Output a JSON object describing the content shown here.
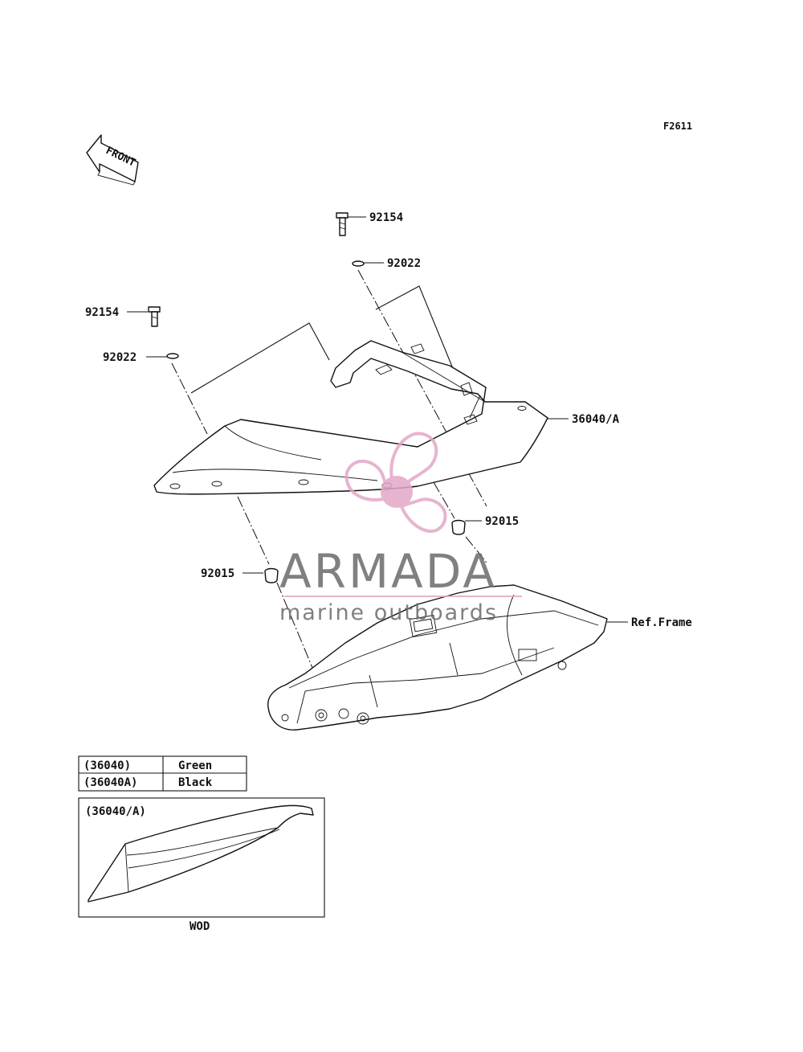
{
  "figure_id": "F2611",
  "front_label": "FRONT",
  "parts": {
    "bolt_upper": "92154",
    "washer_upper": "92022",
    "bolt_left": "92154",
    "washer_left": "92022",
    "cover": "36040/A",
    "collar_right": "92015",
    "collar_left": "92015",
    "frame_ref": "Ref.Frame"
  },
  "color_table": [
    {
      "code": "(36040)",
      "color": "Green"
    },
    {
      "code": "(36040A)",
      "color": "Black"
    }
  ],
  "inset": {
    "label": "(36040/A)",
    "caption": "WOD"
  },
  "watermark": {
    "brand": "ARMADA",
    "tagline": "marine outboards",
    "accent_color": "#e3a7c7"
  }
}
